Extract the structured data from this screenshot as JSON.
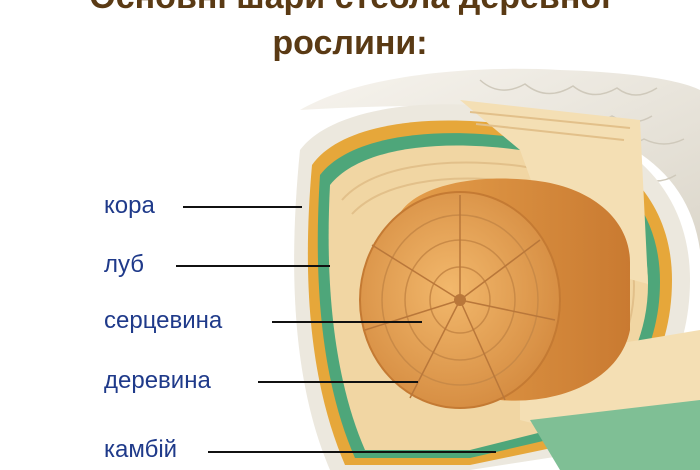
{
  "title": {
    "line1": "Основні шари стебла деревної",
    "line2": "рослини:"
  },
  "labels": {
    "bark": "кора",
    "bast": "луб",
    "pith": "серцевина",
    "wood": "деревина",
    "cambium": "камбій"
  },
  "colors": {
    "title": "#5a3a14",
    "label": "#1f3a8a",
    "bark": "#e8e4da",
    "bast": "#e6a73a",
    "cambium": "#4ea67a",
    "wood": "#f1d6a3",
    "heartwood": "#d88a3c"
  }
}
